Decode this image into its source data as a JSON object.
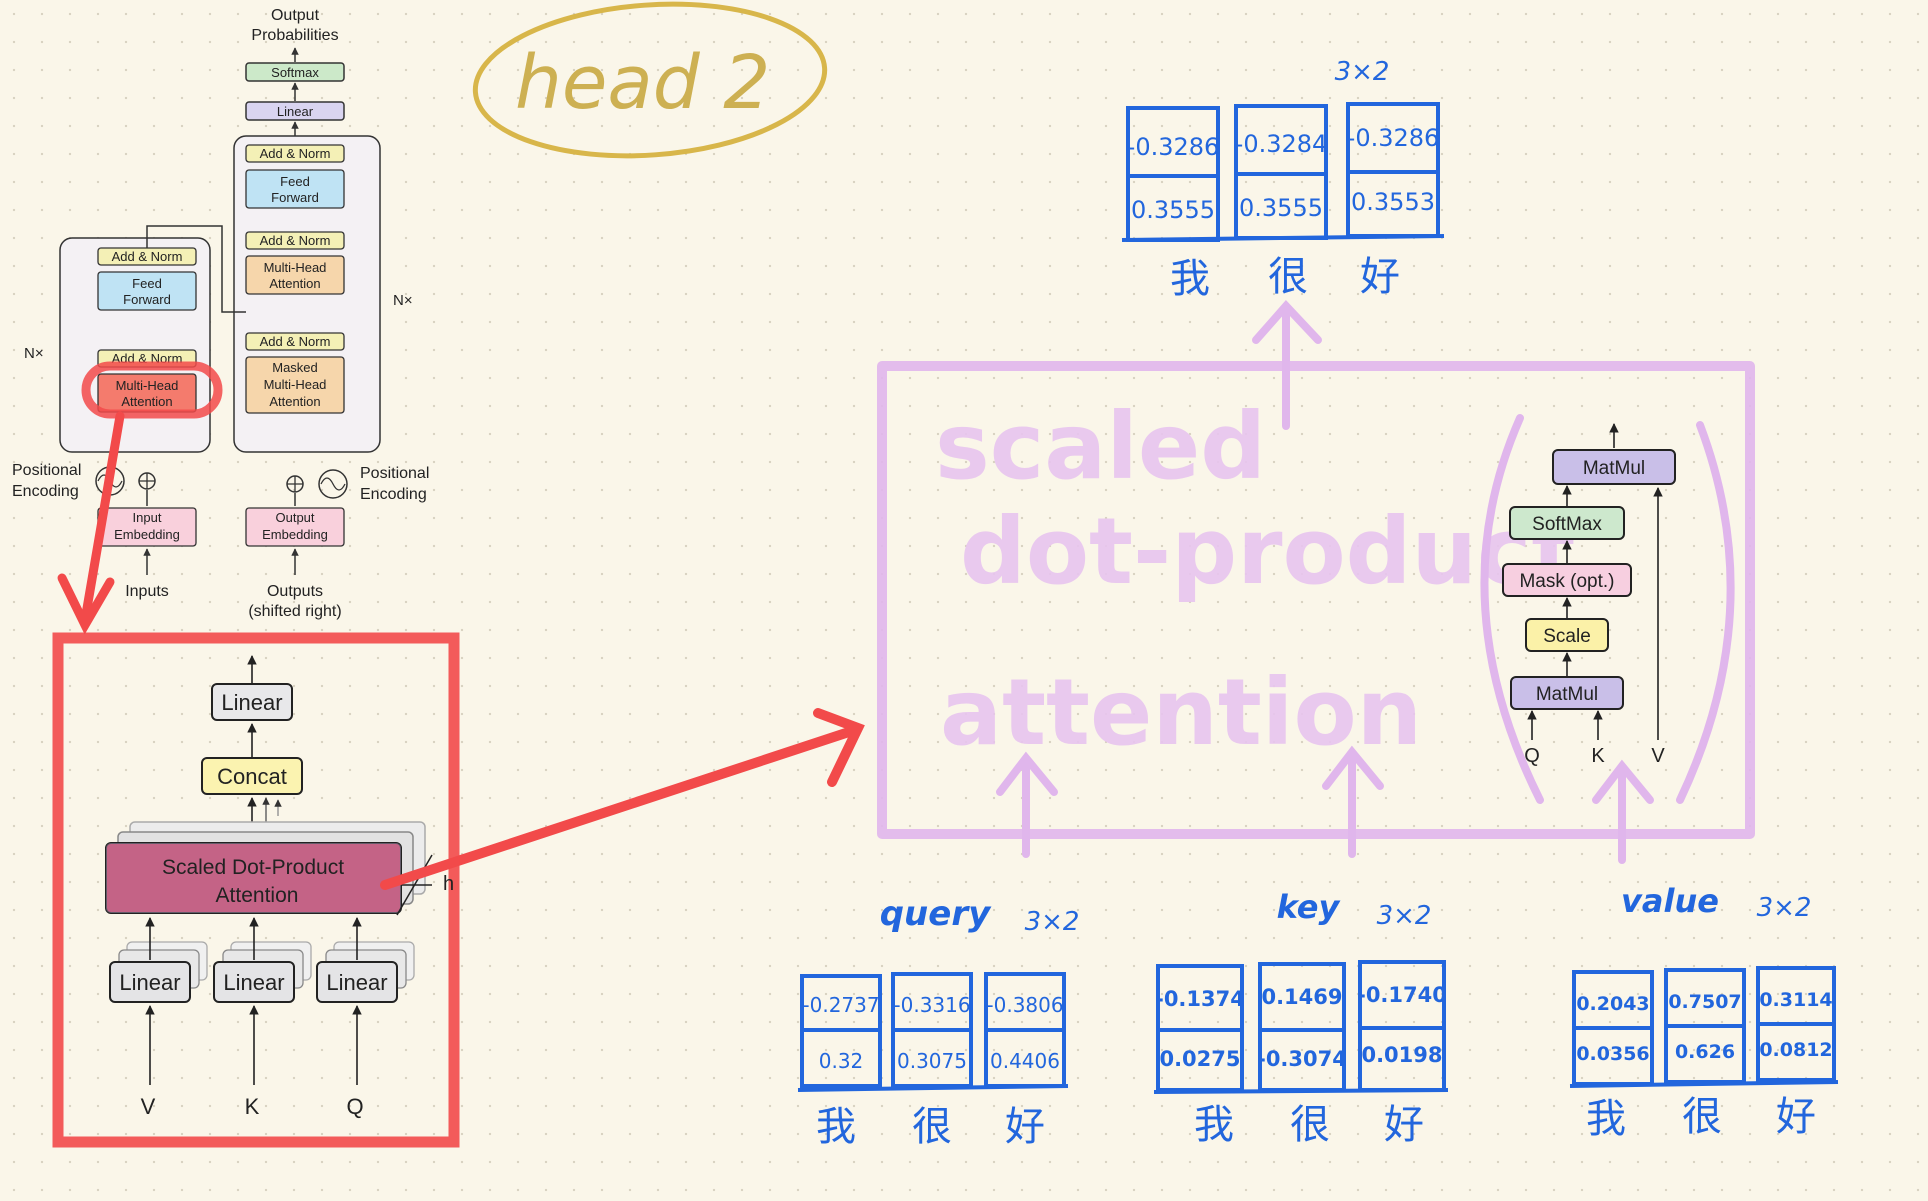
{
  "header_note": "head 2",
  "transformer": {
    "output_probabilities": [
      "Output",
      "Probabilities"
    ],
    "softmax": "Softmax",
    "linear": "Linear",
    "add_norm": "Add & Norm",
    "feed_forward": [
      "Feed",
      "Forward"
    ],
    "multi_head_attention": [
      "Multi-Head",
      "Attention"
    ],
    "masked_multi_head_attention": [
      "Masked",
      "Multi-Head",
      "Attention"
    ],
    "input_embedding": [
      "Input",
      "Embedding"
    ],
    "output_embedding": [
      "Output",
      "Embedding"
    ],
    "positional_encoding": [
      "Positional",
      "Encoding"
    ],
    "inputs": "Inputs",
    "outputs": [
      "Outputs",
      "(shifted right)"
    ],
    "nx": "N×"
  },
  "multi_head": {
    "linear": "Linear",
    "concat": "Concat",
    "sdpa": [
      "Scaled Dot-Product",
      "Attention"
    ],
    "h": "h",
    "inputs": [
      "V",
      "K",
      "Q"
    ]
  },
  "sdpa_diagram": {
    "matmul": "MatMul",
    "softmax": "SoftMax",
    "mask": "Mask (opt.)",
    "scale": "Scale",
    "inputs": [
      "Q",
      "K",
      "V"
    ],
    "handwritten": [
      "scaled",
      "dot-product",
      "attention"
    ]
  },
  "matrices": {
    "output": {
      "dims": "3×2",
      "rows": [
        [
          "-0.3286",
          "-0.3284",
          "-0.3286"
        ],
        [
          "0.3555",
          "0.3555",
          "0.3553"
        ]
      ],
      "tokens": [
        "我",
        "很",
        "好"
      ]
    },
    "query": {
      "label": "query",
      "dims": "3×2",
      "rows": [
        [
          "-0.2737",
          "-0.3316",
          "-0.3806"
        ],
        [
          "0.32",
          "0.3075",
          "0.4406"
        ]
      ],
      "tokens": [
        "我",
        "很",
        "好"
      ]
    },
    "key": {
      "label": "key",
      "dims": "3×2",
      "rows": [
        [
          "-0.1374",
          "0.1469",
          "-0.1740"
        ],
        [
          "0.0275",
          "-0.3074",
          "0.0198"
        ]
      ],
      "tokens": [
        "我",
        "很",
        "好"
      ]
    },
    "value": {
      "label": "value",
      "dims": "3×2",
      "rows": [
        [
          "0.2043",
          "0.7507",
          "0.3114"
        ],
        [
          "0.0356",
          "0.626",
          "0.0812"
        ]
      ],
      "tokens": [
        "我",
        "很",
        "好"
      ]
    }
  },
  "colors": {
    "ink_blue": "#2266dd",
    "annotation_red": "#f24a4a",
    "annotation_purple": "#e0b6ec",
    "annotation_yellow": "#d8b64a"
  }
}
